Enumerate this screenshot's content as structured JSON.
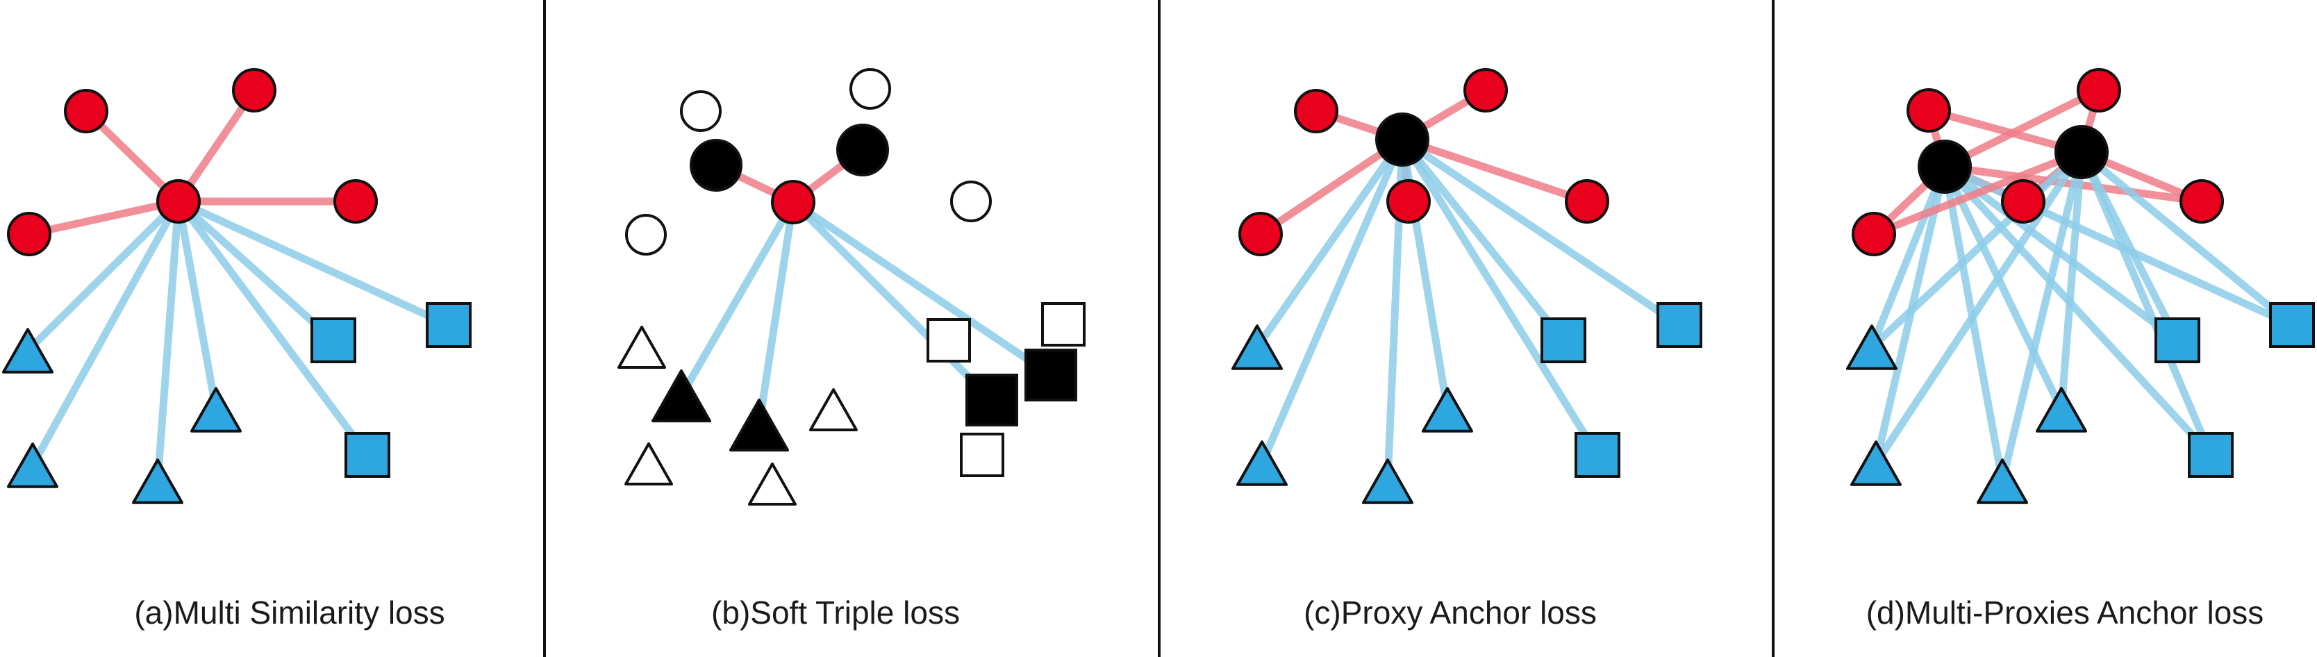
{
  "colors": {
    "red": "#e8001c",
    "blue": "#2ea6df",
    "black": "#000000",
    "white": "#ffffff",
    "neg_edge": "#8ccde9",
    "pos_edge": "#ef7c87"
  },
  "panels": [
    {
      "caption": "(a)Multi Similarity loss"
    },
    {
      "caption": "(b)Soft Triple loss"
    },
    {
      "caption": "(c)Proxy Anchor loss"
    },
    {
      "caption": "(d)Multi-Proxies Anchor loss"
    }
  ]
}
